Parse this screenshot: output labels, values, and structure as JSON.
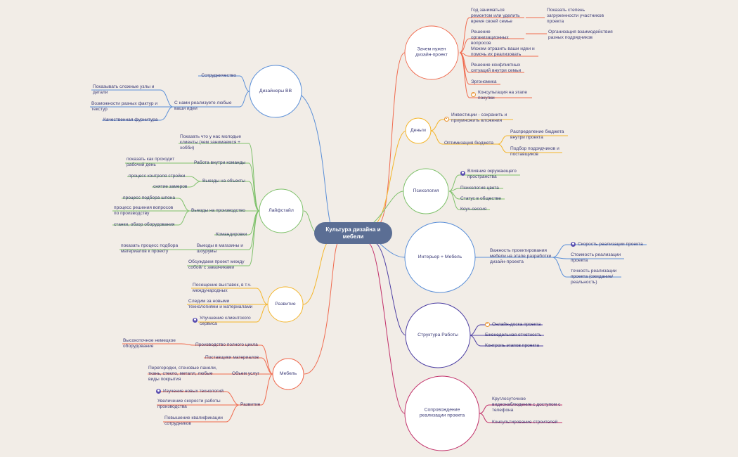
{
  "colors": {
    "background": "#f2ede7",
    "root": "#5b6e94",
    "text": "#3c3c78"
  },
  "root": {
    "title": "Культура дизайна и мебели"
  },
  "right_branches": {
    "zachem": {
      "title": "Зачем нужен дизайн-проект",
      "color": "#f06a4e",
      "items": [
        "Год заниматься ремонтом или уделить время своей семье",
        "Показать степень загруженности участников проекта",
        "Решение организационных вопросов",
        "Организация взаимодействия разных подрядчиков",
        "Можем отразить ваши идеи и помочь их реализовать",
        "Решение конфликтных ситуаций внутри семьи",
        "Эргономика",
        "Консультация на этапе покупки"
      ],
      "icons": [
        "info-orange-icon"
      ]
    },
    "dengi": {
      "title": "Деньги",
      "color": "#f4b52a",
      "items": [
        "Инвестиции - сохранить и приумножить вложения",
        "Оптимизация бюджета",
        "Распределение бюджета внутри проекта",
        "Подбор подрядчиков и поставщиков"
      ]
    },
    "psychology": {
      "title": "Психология",
      "color": "#7ec16a",
      "items": [
        "Влияние окружающего пространства",
        "Психология цвета",
        "Статус в обществе",
        "Коуч-сессия"
      ]
    },
    "interior": {
      "title": "Интерьер + Мебель",
      "color": "#5a8fd8",
      "items": [
        "Важность проектирования мебели на этапе разработки дизайн-проекта",
        "Скорость реализации проекта",
        "Стоимость реализации проекта",
        "точность реализации проекта (ожидание/ реальность)"
      ]
    },
    "structure": {
      "title": "Структура Работы",
      "color": "#4d3fa3",
      "items": [
        "Онлайн-доска проекта",
        "Еженедельная отчетность",
        "Контроль этапов проекта"
      ]
    },
    "support": {
      "title": "Сопровождение реализации проекта",
      "color": "#c2306a",
      "items": [
        "Круглосуточное видеонаблюдение с доступом с телефона",
        "Консультирование строителей"
      ]
    }
  },
  "left_branches": {
    "designers": {
      "title": "Дизайнеры ВВ",
      "color": "#5a8fd8",
      "items": [
        "Сотрудничество",
        "С нами реализуете любые ваши идеи",
        "Показывать сложные узлы и детали",
        "Возможности разных фактур и текстур",
        "Качественная фурнитура"
      ]
    },
    "lifestyle": {
      "title": "Лайфстайл",
      "color": "#7ec16a",
      "items": [
        "Показать что у нас молодые клиенты (чем занимаемся + хобби)",
        "Работа внутри команды",
        "показать как проходит рабочий день",
        "Выезды на объекты",
        "процесс контроля стройки",
        "снятие замеров",
        "Выезды на производство",
        "процесс подбора шпона",
        "процесс решения вопросов по производству",
        "станки, обзор оборудования",
        "Командировки",
        "Выезды в магазины и шоурумы",
        "показать процесс подбора материалов к проекту",
        "Обсуждаем проект между собой/ с заказчиками"
      ]
    },
    "development": {
      "title": "Развитие",
      "color": "#f4b52a",
      "items": [
        "Посещение выставок, в т.ч. международных",
        "Следим за новыми технологиями и материалами",
        "Улучшение клиентского сервиса"
      ]
    },
    "furniture": {
      "title": "Мебель",
      "color": "#f06a4e",
      "items": [
        "Производство полного цикла",
        "Высокоточное немецкое оборудование",
        "Поставщики материалов",
        "Объем услуг",
        "Перегородки, стеновые панели, ткань, стекло, металл, любые виды покрытия",
        "Развитие",
        "Изучение новых технологий",
        "Увеличение скорости работы производства",
        "Повышение квалификации сотрудников"
      ]
    }
  }
}
